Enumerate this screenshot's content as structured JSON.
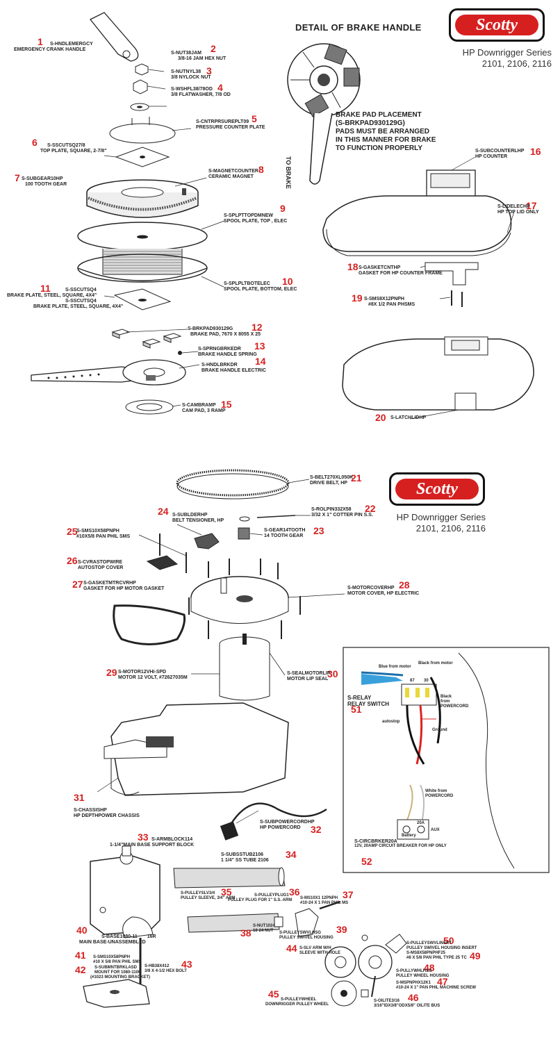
{
  "brand": {
    "logo_text": "Scotty",
    "series_title": "HP Downrigger Series",
    "series_models": "2101, 2106, 2116",
    "accent": "#d62020"
  },
  "detail": {
    "title": "DETAIL OF BRAKE HANDLE",
    "handle_text": "TO BRAKE",
    "note_lines": [
      "BRAKE PAD PLACEMENT",
      "(S-BRKPAD930129G)",
      "PADS MUST BE ARRANGED",
      "IN THIS MANNER FOR BRAKE",
      "TO FUNCTION PROPERLY"
    ]
  },
  "parts": {
    "p1": {
      "num": "1",
      "code": "S-HNDLEMERGCY",
      "desc": "EMERGENCY CRANK HANDLE"
    },
    "p2": {
      "num": "2",
      "code": "S-NUT38JAM",
      "desc": "3/8-16 JAM HEX NUT"
    },
    "p3": {
      "num": "3",
      "code": "S-NUTNYL38",
      "desc": "3/8 NYLOCK NUT"
    },
    "p4": {
      "num": "4",
      "code": "S-WSHFL38/78OD",
      "desc": "3/8 FLATWASHER, 7/8 OD"
    },
    "p5": {
      "num": "5",
      "code": "S-CNTRPRSUREPLT09",
      "desc": "PRESSURE COUNTER PLATE"
    },
    "p6": {
      "num": "6",
      "code": "S-SSCUTSQ27/8",
      "desc": "TOP PLATE, SQUARE, 2-7/8\""
    },
    "p7": {
      "num": "7",
      "code": "S-SUBGEAR10HP",
      "desc": "100 TOOTH GEAR"
    },
    "p8": {
      "num": "8",
      "code": "S-MAGNETCOUNTER",
      "desc": "CERAMIC MAGNET"
    },
    "p9": {
      "num": "9",
      "code": "S-SPLPTTOPDMNEW",
      "desc": "SPOOL PLATE, TOP , ELEC"
    },
    "p10": {
      "num": "10",
      "code": "S-SPLPLTBOTELEC",
      "desc": "SPOOL PLATE, BOTTOM, ELEC"
    },
    "p11": {
      "num": "11",
      "code": "S-SSCUTSQ4",
      "desc": "BRAKE PLATE, STEEL, SQUARE, 4X4\"",
      "code2": "S-SSCUTSQ4",
      "desc2": "BRAKE PLATE, STEEL, SQUARE, 4X4\""
    },
    "p12": {
      "num": "12",
      "code": "S-BRKPAD930129G",
      "desc": "BRAKE PAD, 7670 X 8055 X 25"
    },
    "p13": {
      "num": "13",
      "code": "S-SPRNGBRKEDR",
      "desc": "BRAKE HANDLE SPRING"
    },
    "p14": {
      "num": "14",
      "code": "S-HNDLBRKDR",
      "desc": "BRAKE HANDLE ELECTRIC"
    },
    "p15": {
      "num": "15",
      "code": "S-CAMBRAMP",
      "desc": "CAM PAD, 3 RAMP"
    },
    "p16": {
      "num": "16",
      "code": "S-SUBCOUNTERLHP",
      "desc": "HP COUNTER"
    },
    "p17": {
      "num": "17",
      "code": "S-LIDELECHP",
      "desc": "HP TOP LID ONLY"
    },
    "p18": {
      "num": "18",
      "code": "S-GASKETCNTHP",
      "desc": "GASKET FOR HP COUNTER FRAME"
    },
    "p19": {
      "num": "19",
      "code": "S-SMS8X12PNPH",
      "desc": "#8X 1/2 PAN PHSMS"
    },
    "p20": {
      "num": "20",
      "code": "S-LATCHLIDHP",
      "desc": ""
    },
    "p21": {
      "num": "21",
      "code": "S-BELT270XL050K",
      "desc": "DRIVE BELT, HP"
    },
    "p22": {
      "num": "22",
      "code": "S-ROLPIN332X58",
      "desc": "3/32 X 1\" COTTER PIN S.S."
    },
    "p23": {
      "num": "23",
      "code": "S-GEAR14TOOTH",
      "desc": "14 TOOTH GEAR"
    },
    "p24": {
      "num": "24",
      "code": "S-SUBLDERHP",
      "desc": "BELT TENSIONER, HP"
    },
    "p25": {
      "num": "25",
      "code": "S-SMS10X58PNPH",
      "desc": "#10X5/8 PAN PHIL SMS"
    },
    "p26": {
      "num": "26",
      "code": "S-CVRASTOPWIRE",
      "desc": "AUTOSTOP COVER"
    },
    "p27": {
      "num": "27",
      "code": "S-GASKETMTRCVRHP",
      "desc": "GASKET FOR HP MOTOR GASKET"
    },
    "p28": {
      "num": "28",
      "code": "S-MOTORCOVERHP",
      "desc": "MOTOR COVER, HP ELECTRIC"
    },
    "p29": {
      "num": "29",
      "code": "S-MOTOR12VHI-SPD",
      "desc": "MOTOR 12 VOLT, #72627035M"
    },
    "p30": {
      "num": "30",
      "code": "S-SEALMOTORLIP",
      "desc": "MOTOR LIP SEAL"
    },
    "p31": {
      "num": "31",
      "code": "S-CHASSISHP",
      "desc": "HP DEPTHPOWER CHASSIS"
    },
    "p32": {
      "num": "32",
      "code": "S-SUBPOWERCORDHP",
      "desc": "HP POWERCORD"
    },
    "p33": {
      "num": "33",
      "code": "S-ARMBLOCK114",
      "desc": "1-1/4\"MAIN BASE SUPPORT BLOCK"
    },
    "p34": {
      "num": "34",
      "code": "S-SUBSSTUB2106",
      "desc": "1 1/4\" SS TUBE 2106"
    },
    "p35": {
      "num": "35",
      "code": "S-PULLEYSLV3/4",
      "desc": "PULLEY SLEEVE, 3/4\" ARM"
    },
    "p36": {
      "num": "36",
      "code": "S-PULLEYPLUG1",
      "desc": "PULLEY PLUG FOR 1\" S.S. ARM"
    },
    "p37": {
      "num": "37",
      "code": "S-MS10X1 12PNPH",
      "desc": "#10-24 X 1 PAN PHIL MS"
    },
    "p38": {
      "num": "38",
      "code": "S-NUT1024",
      "desc": "10-24 NUT"
    },
    "p39": {
      "num": "39",
      "code": "S-PULLEYSWVLHSG",
      "desc": "PULLEY SWIVEL HOUSING"
    },
    "p40": {
      "num": "40",
      "code": "S-BASE1080-11",
      "desc": "MAIN BASE-UNASSEMBLED",
      "suffix": "16R"
    },
    "p41": {
      "num": "41",
      "code": "S-SMS10X58PNPH",
      "desc": "#10 X 5/8 PAN PHIL SMS"
    },
    "p42": {
      "num": "42",
      "code": "S-SUBMNTBRKLASD",
      "desc": "MOUNT FOR 1080-1106",
      "desc2": "(#1023 MOUNTING BRACKET)"
    },
    "p43": {
      "num": "43",
      "code": "S-HB38X412",
      "desc": "3/8 X 4-1/2 HEX BOLT"
    },
    "p44": {
      "num": "44",
      "code": "S-SLV ARM W/H",
      "desc": "SLEEVE WITH HOLE"
    },
    "p45": {
      "num": "45",
      "code": "S-PULLEYWHEEL",
      "desc": "DOWNRIGGER PULLEY WHEEL"
    },
    "p46": {
      "num": "46",
      "code": "S-OILITE3/16",
      "desc": "3/16\"IDx3/8\"ODx5/8\" OILITE BUS"
    },
    "p47": {
      "num": "47",
      "code": "S-MSPNPHX12K1",
      "desc": "#10-24 X 1\" PAN PHIL MACHINE SCREW"
    },
    "p48": {
      "num": "48",
      "code": "S-PULLYWHLHSG",
      "desc": "PULLEY WHEEL HOUSING"
    },
    "p49": {
      "num": "49"
    },
    "p50": {
      "num": "50",
      "code": "S-PULLEYSWVLINSRT",
      "desc": "PULLEY SWIVEL HOUSING INSERT",
      "code2": "S-MS8X58PNPHF25",
      "desc2": "#8 x 5/8 PAN PHIL TYPE 25 TC"
    },
    "p51": {
      "num": "51",
      "code": "S-RELAY",
      "desc": "RELAY SWITCH"
    },
    "p52": {
      "num": "52",
      "code": "S-CIRCBRKER20A",
      "desc": "12V, 20AMP CIRCUIT BREAKER FOR HP ONLY"
    }
  },
  "wiring": {
    "blue_label": "Blue from motor",
    "black_label": "Black from motor",
    "black_cord": "Black from POWERCORD",
    "white_cord": "White from POWERCORD",
    "autostop": "autostop",
    "ground": "Ground",
    "battery": "Battery",
    "aux": "AUX",
    "pin_87": "87",
    "pin_30": "30",
    "amps": "20A"
  }
}
